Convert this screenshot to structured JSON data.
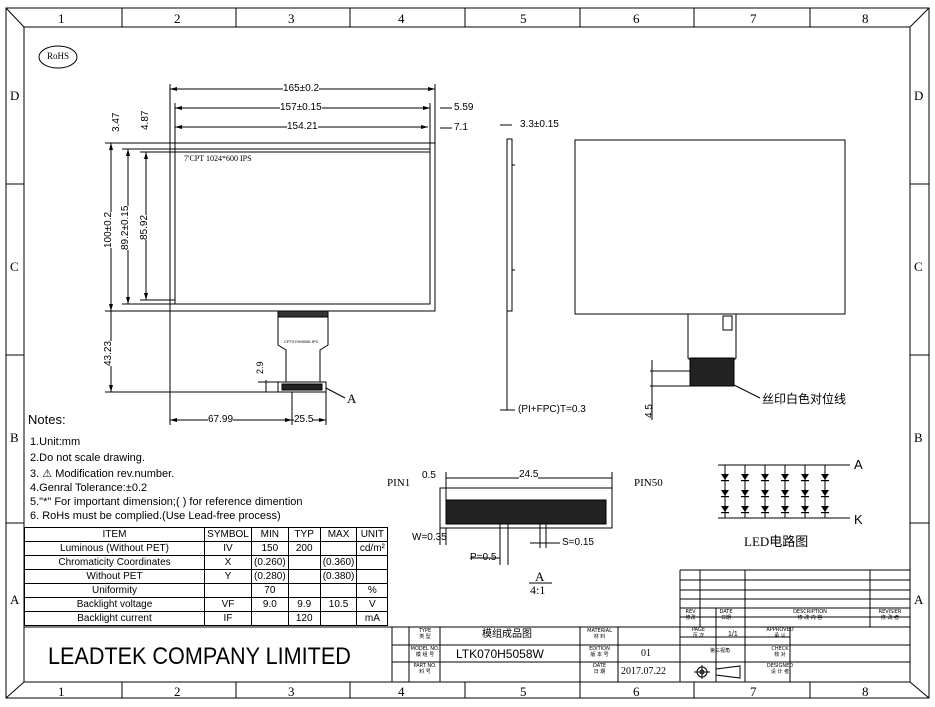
{
  "zones": {
    "columns": [
      "1",
      "2",
      "3",
      "4",
      "5",
      "6",
      "7",
      "8"
    ],
    "rows": [
      "D",
      "C",
      "B",
      "A"
    ]
  },
  "rohs_badge": "RoHS",
  "front_view": {
    "panel_label": "7'CPT 1024*600 IPS",
    "fpc_label": "CPT070H5058 IPS",
    "dims": {
      "overall_width": "165±0.2",
      "outline_width": "157±0.15",
      "active_width": "154.21",
      "right_offset_1": "5.59",
      "right_offset_2": "7.1",
      "top_offset_1": "3.47",
      "top_offset_2": "4.87",
      "overall_height": "100±0.2",
      "outline_height": "89.2±0.15",
      "active_height": "85.92",
      "fpc_length": "43.23",
      "fpc_tail": "2.9",
      "fpc_position": "67.99",
      "fpc_width": "25.5"
    },
    "detail_callout": "A"
  },
  "side_view": {
    "thickness_top": "3.3±0.15",
    "thickness_total": "(PI+FPC)T=0.3"
  },
  "back_view": {
    "tail_dim": "4.5",
    "note": "丝印白色对位线"
  },
  "notes": {
    "title": "Notes:",
    "items": [
      "1.Unit:mm",
      "2.Do not scale drawing.",
      "Modification rev.number.",
      "4.Genral Tolerance:±0.2",
      "5.\"*\" For important dimension;( ) for reference dimention",
      "6. RoHs must be complied.(Use Lead-free process)"
    ],
    "item3_prefix": "3.",
    "item3_symbol": "⚠"
  },
  "spec_table": {
    "headers": [
      "ITEM",
      "SYMBOL",
      "MIN",
      "TYP",
      "MAX",
      "UNIT"
    ],
    "rows": [
      [
        "Luminous (Without PET)",
        "IV",
        "150",
        "200",
        "",
        "cd/m²"
      ],
      [
        "Chromaticity Coordinates",
        "X",
        "(0.260)",
        "",
        "(0.360)",
        ""
      ],
      [
        "Without PET",
        "Y",
        "(0.280)",
        "",
        "(0.380)",
        ""
      ],
      [
        "Uniformity",
        "",
        "70",
        "",
        "",
        "%"
      ],
      [
        "Backlight voltage",
        "VF",
        "9.0",
        "9.9",
        "10.5",
        "V"
      ],
      [
        "Backlight current",
        "IF",
        "",
        "120",
        "",
        "mA"
      ]
    ]
  },
  "pin_detail": {
    "pin_start": "PIN1",
    "pin_end": "PIN50",
    "offset": "0.5",
    "span": "24.5",
    "w": "W=0.35",
    "p": "P=0.5",
    "s": "S=0.15",
    "detail_label": "A",
    "scale": "4:1"
  },
  "led_circuit": {
    "anode": "A",
    "cathode": "K",
    "caption": "LED电路图",
    "rows": 3,
    "cols": 6
  },
  "title_block": {
    "company": "LEADTEK COMPANY LIMITED",
    "type_label": "TYPE\n类 型",
    "type_value": "模组成品图",
    "material_label": "MATERIAL\n材 料",
    "model_label": "MODEL NO.\n模 组 号",
    "model_value": "LTK070H5058W",
    "edition_label": "EDITION\n版 本 号",
    "edition_value": "01",
    "projection_label": "第三视角",
    "part_label": "PART NO.\n料 号",
    "date_label": "DATE\n日 期",
    "date_value": "2017.07.22",
    "page_label": "PAGE\n页 次",
    "page_value": "1/1",
    "approved_label": "APPROVED\n承 认",
    "check_label": "CHECK\n核 对",
    "designed_label": "DESIGNED\n设 计 者",
    "rev_label": "REV\n修改",
    "rev_date_label": "DATE\n日期",
    "description_label": "DESCRIPTION\n修 改 内 容",
    "revisier_label": "REVISIER\n修 改 者"
  }
}
